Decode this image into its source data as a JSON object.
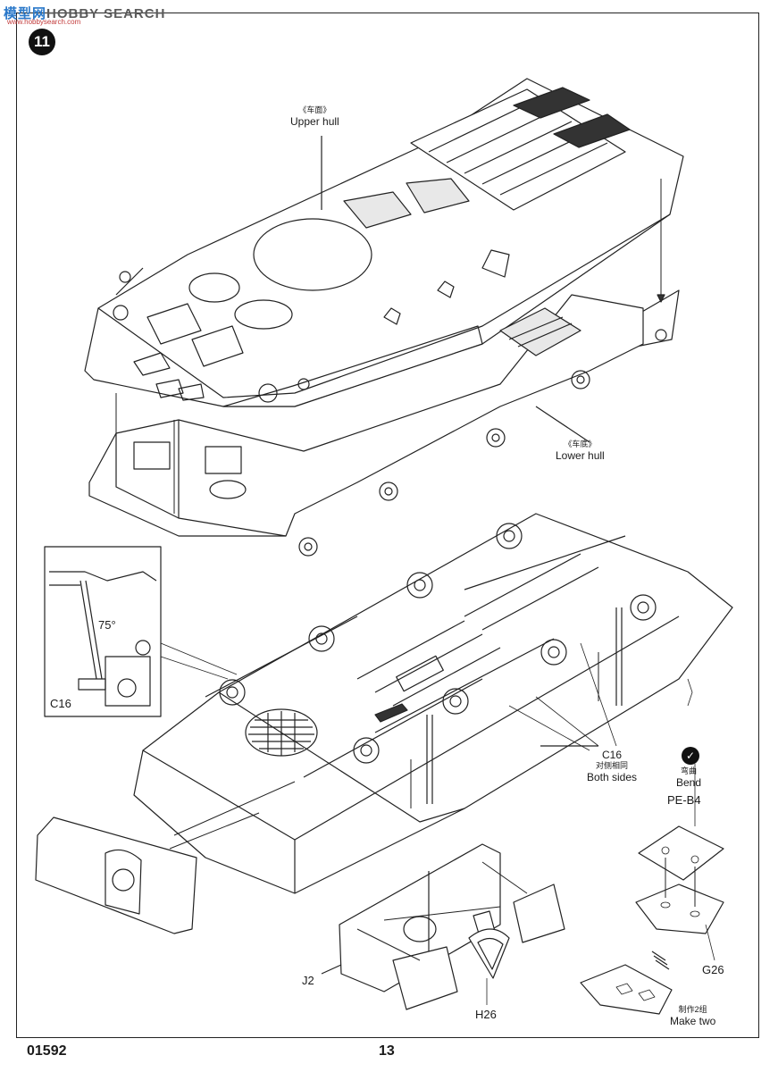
{
  "header": {
    "logo_cn": "模型网",
    "logo_en": "HOBBY SEARCH",
    "logo_url": "www.hobbysearch.com"
  },
  "step": {
    "number": "11"
  },
  "labels": {
    "upper_hull_cn": "《车面》",
    "upper_hull_en": "Upper hull",
    "lower_hull_cn": "《车底》",
    "lower_hull_en": "Lower hull",
    "angle": "75°",
    "c16_detail": "C16",
    "c16_main": "C16",
    "both_sides_cn": "对侧相同",
    "both_sides_en": "Both sides",
    "bend_cn": "弯曲",
    "bend_en": "Bend",
    "pe_b4": "PE-B4",
    "g26": "G26",
    "j2": "J2",
    "h26": "H26",
    "make_two_cn": "制作2组",
    "make_two_en": "Make two"
  },
  "footer": {
    "kit_number": "01592",
    "page_number": "13"
  },
  "icons": {
    "step_marker": "step-number-badge",
    "bend": "bend-icon"
  }
}
